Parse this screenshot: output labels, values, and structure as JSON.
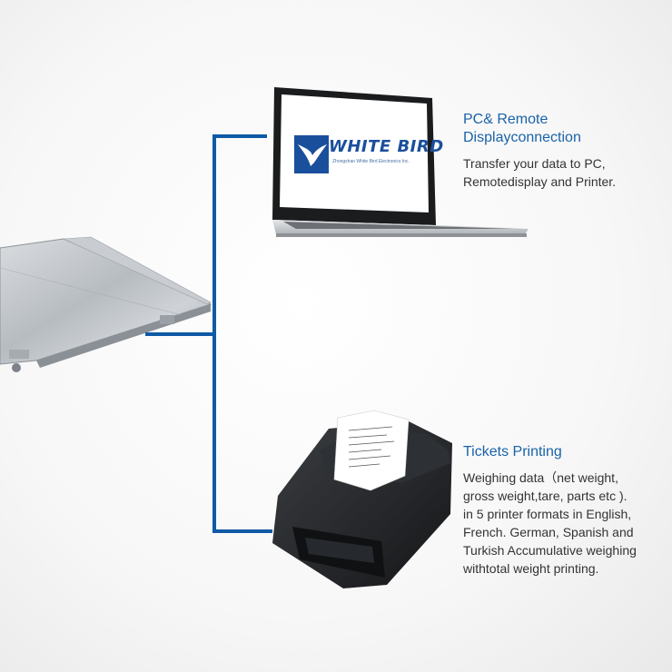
{
  "colors": {
    "accent": "#1a63a8",
    "connector": "#0f5aa6",
    "text": "#333333",
    "brand": "#1a4f9c"
  },
  "laptop": {
    "screen_brand": "WHITE BIRD",
    "screen_brand_sub": "Zhongshan White Bird Electronics Inc."
  },
  "sections": {
    "laptop": {
      "heading_lines": [
        "PC& Remote",
        "Displayconnection"
      ],
      "desc_lines": [
        "Transfer your data to PC,",
        "Remotedisplay and Printer."
      ]
    },
    "printer": {
      "heading_lines": [
        "Tickets Printing"
      ],
      "desc_lines": [
        "Weighing data（net weight,",
        "gross weight,tare, parts etc ).",
        "in 5 printer formats in English,",
        "French. German, Spanish and",
        "Turkish Accumulative weighing",
        "withtotal weight printing."
      ]
    }
  },
  "icons": {
    "laptop": "laptop-icon",
    "printer": "receipt-printer-icon",
    "scale": "platform-scale-icon",
    "bird": "bird-logo-icon"
  }
}
